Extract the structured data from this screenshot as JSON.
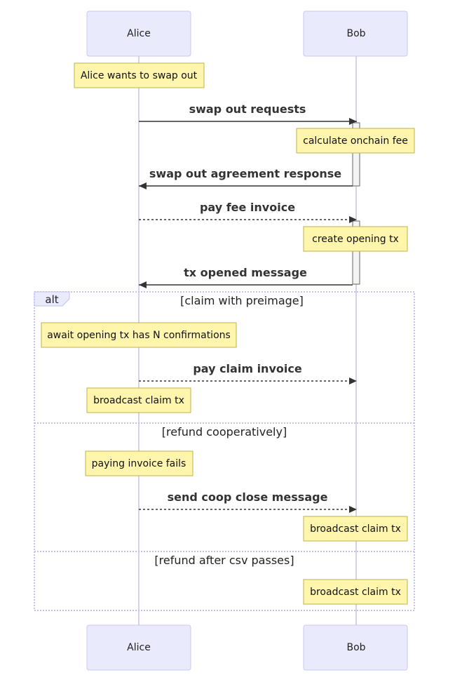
{
  "actors": {
    "alice": "Alice",
    "bob": "Bob"
  },
  "notes": {
    "alice_wants": "Alice wants to swap out",
    "calc_fee": "calculate onchain fee",
    "create_tx": "create opening tx",
    "await_confirm": "await opening tx has N confirmations",
    "broadcast_claim_1": "broadcast claim tx",
    "paying_fails": "paying invoice fails",
    "broadcast_claim_2": "broadcast claim tx",
    "broadcast_claim_3": "broadcast claim tx"
  },
  "messages": {
    "swap_out_requests": "swap out requests",
    "swap_out_agreement": "swap out agreement response",
    "pay_fee_invoice": "pay fee invoice",
    "tx_opened": "tx opened message",
    "pay_claim_invoice": "pay claim invoice",
    "send_coop_close": "send coop close message"
  },
  "alt_block": {
    "label": "alt",
    "section_1": "[claim with preimage]",
    "section_2": "[refund cooperatively]",
    "section_3": "[refund after csv passes]"
  }
}
